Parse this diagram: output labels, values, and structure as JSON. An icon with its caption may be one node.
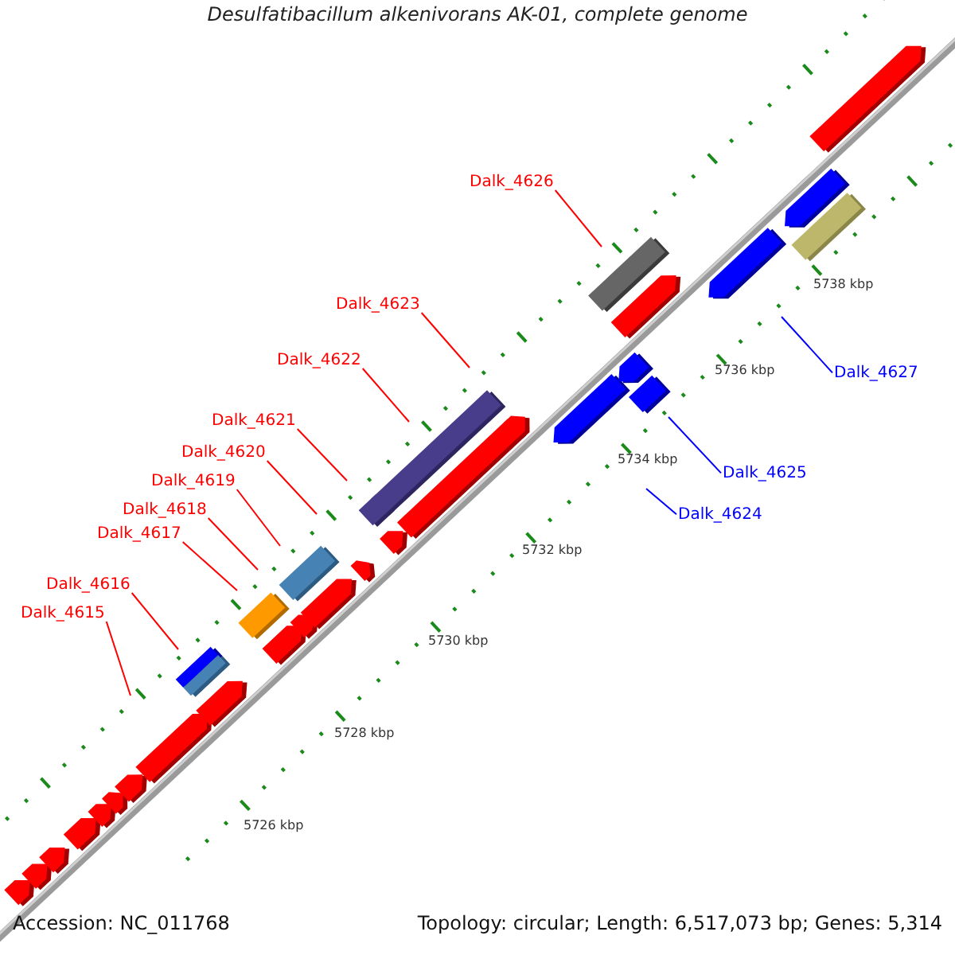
{
  "diagram": {
    "title": "Desulfatibacillum alkenivorans AK-01, complete genome",
    "nodes": [
      {
        "text": [
          "Dalk_4615"
        ]
      },
      {
        "text": [
          "Dalk_4616"
        ]
      },
      {
        "text": [
          "Dalk_4617"
        ]
      },
      {
        "text": [
          "Dalk_4618"
        ]
      },
      {
        "text": [
          "Dalk_4619"
        ]
      },
      {
        "text": [
          "Dalk_4620"
        ]
      },
      {
        "text": [
          "Dalk_4621"
        ]
      },
      {
        "text": [
          "Dalk_4622"
        ]
      },
      {
        "text": [
          "Dalk_4623"
        ]
      },
      {
        "text": [
          "Dalk_4624"
        ]
      },
      {
        "text": [
          "Dalk_4625"
        ]
      },
      {
        "text": [
          "Dalk_4626"
        ]
      },
      {
        "text": [
          "Dalk_4627"
        ]
      }
    ],
    "edges": [
      {
        "from": 0,
        "to": null,
        "arrow": "none"
      },
      {
        "from": 1,
        "to": null,
        "arrow": "none"
      },
      {
        "from": 2,
        "to": null,
        "arrow": "none"
      },
      {
        "from": 3,
        "to": null,
        "arrow": "none"
      },
      {
        "from": 4,
        "to": null,
        "arrow": "none"
      },
      {
        "from": 5,
        "to": null,
        "arrow": "none"
      },
      {
        "from": 6,
        "to": null,
        "arrow": "none"
      },
      {
        "from": 7,
        "to": null,
        "arrow": "none"
      },
      {
        "from": 8,
        "to": null,
        "arrow": "none"
      },
      {
        "from": 9,
        "to": null,
        "arrow": "none",
        "color": "#0000ff"
      },
      {
        "from": 10,
        "to": null,
        "arrow": "none",
        "color": "#0000ff"
      },
      {
        "from": 11,
        "to": null,
        "arrow": "none"
      },
      {
        "from": 12,
        "to": null,
        "arrow": "none",
        "color": "#0000ff"
      }
    ],
    "labels": [
      "5738 kbp",
      "5736 kbp",
      "5734 kbp",
      "5732 kbp",
      "5730 kbp",
      "5728 kbp",
      "5726 kbp",
      "Accession: NC_011768",
      "Topology: circular; Length: 6,517,073 bp; Genes: 5,314"
    ]
  }
}
